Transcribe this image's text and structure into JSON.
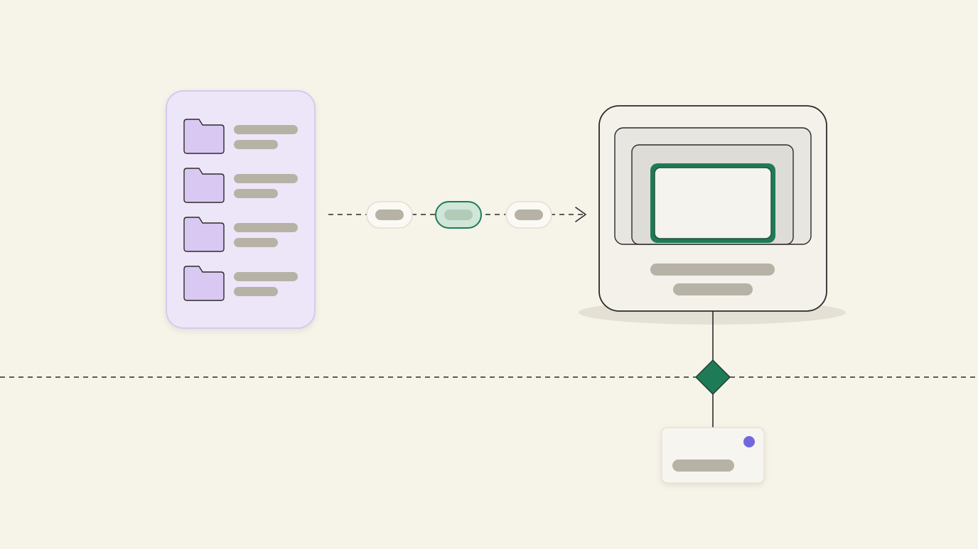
{
  "colors": {
    "background": "#f6f3e8",
    "folder_panel_fill": "#ece6f8",
    "folder_panel_border": "#d6c9ee",
    "folder_fill": "#d8c8f2",
    "placeholder_bar": "#b7b2a6",
    "outline": "#2b2b2b",
    "accent_green": "#1f7a57",
    "accent_green_light": "#cfe6d8",
    "window_fill": "#f3f1ea",
    "frame_fill": "#e7e5df",
    "card_fill": "#f7f5ef",
    "status_dot": "#7367e0"
  },
  "diagram": {
    "source_panel": {
      "icon": "folder-icon",
      "item_count": 4
    },
    "pipeline": {
      "token_count": 3,
      "active_token": 2
    },
    "target_window": {
      "frame_layers": 3,
      "highlight": "selected-frame"
    },
    "connector": {
      "icon": "diamond-icon"
    },
    "notification_card": {
      "status": "status-dot-icon"
    },
    "divider": {
      "style": "dashed"
    }
  }
}
